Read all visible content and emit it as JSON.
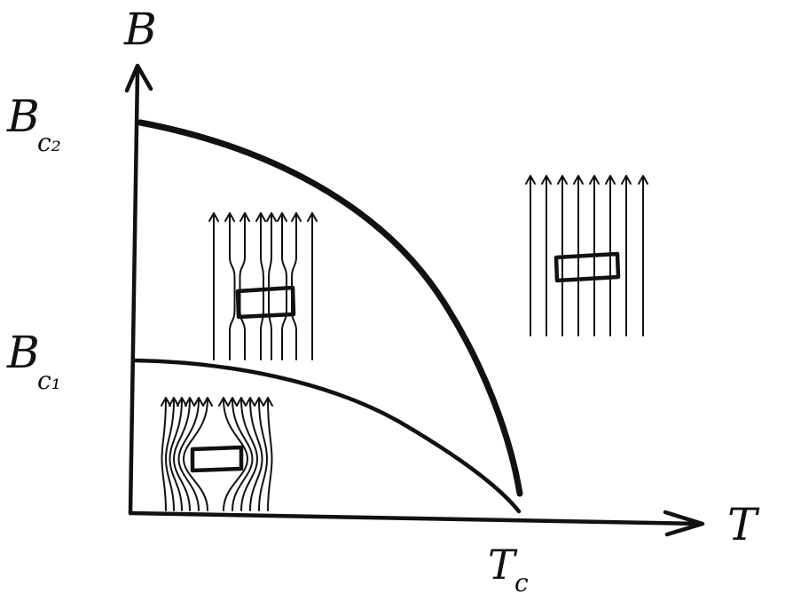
{
  "axes": {
    "y_label": "B",
    "x_label": "T"
  },
  "markers": {
    "bc2_base": "B",
    "bc2_sub": "c₂",
    "bc1_base": "B",
    "bc1_sub": "c₁",
    "tc_base": "T",
    "tc_sub": "c"
  },
  "colors": {
    "ink": "#111111",
    "background": "#ffffff"
  }
}
